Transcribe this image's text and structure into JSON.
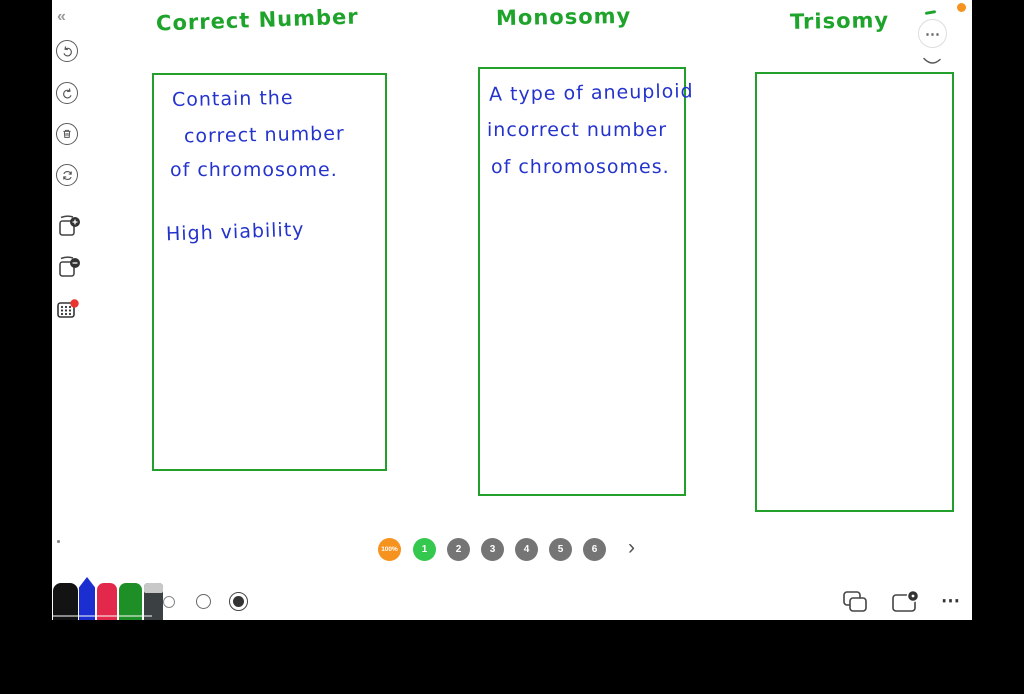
{
  "colors": {
    "ink_green": "#1ea32b",
    "ink_blue": "#2433cc",
    "box_border": "#23a02c",
    "accent_orange": "#f6921e",
    "page_active": "#35c84f",
    "page_inactive": "#757575",
    "pen_black": "#131313",
    "pen_blue": "#1b2fd0",
    "pen_red": "#e3294b",
    "pen_green": "#1e8e27",
    "pen_gray_body": "#3b4043",
    "pen_gray_cap": "#c8c8c8"
  },
  "sidebar": {
    "collapse": "«",
    "icons": [
      "undo-icon",
      "redo-icon",
      "trash-icon",
      "restore-icon",
      "add-page-icon",
      "remove-page-icon",
      "dialpad-icon"
    ]
  },
  "headers": {
    "correct_number": "Correct Number",
    "monosomy": "Monosomy",
    "trisomy": "Trisomy"
  },
  "notes": {
    "correct_number": {
      "line1": "Contain the",
      "line2": "correct number",
      "line3": "of chromosome.",
      "line4": "High viability"
    },
    "monosomy": {
      "line1": "A type of aneuploid",
      "line2": "incorrect number",
      "line3": "of chromosomes."
    }
  },
  "pager": {
    "zoom_badge": "100%",
    "p1": "1",
    "p2": "2",
    "p3": "3",
    "p4": "4",
    "p5": "5",
    "p6": "6",
    "active_page": "1",
    "next": "›"
  },
  "topbar": {
    "more": "⋯"
  },
  "bottombar": {
    "more": "⋯"
  }
}
